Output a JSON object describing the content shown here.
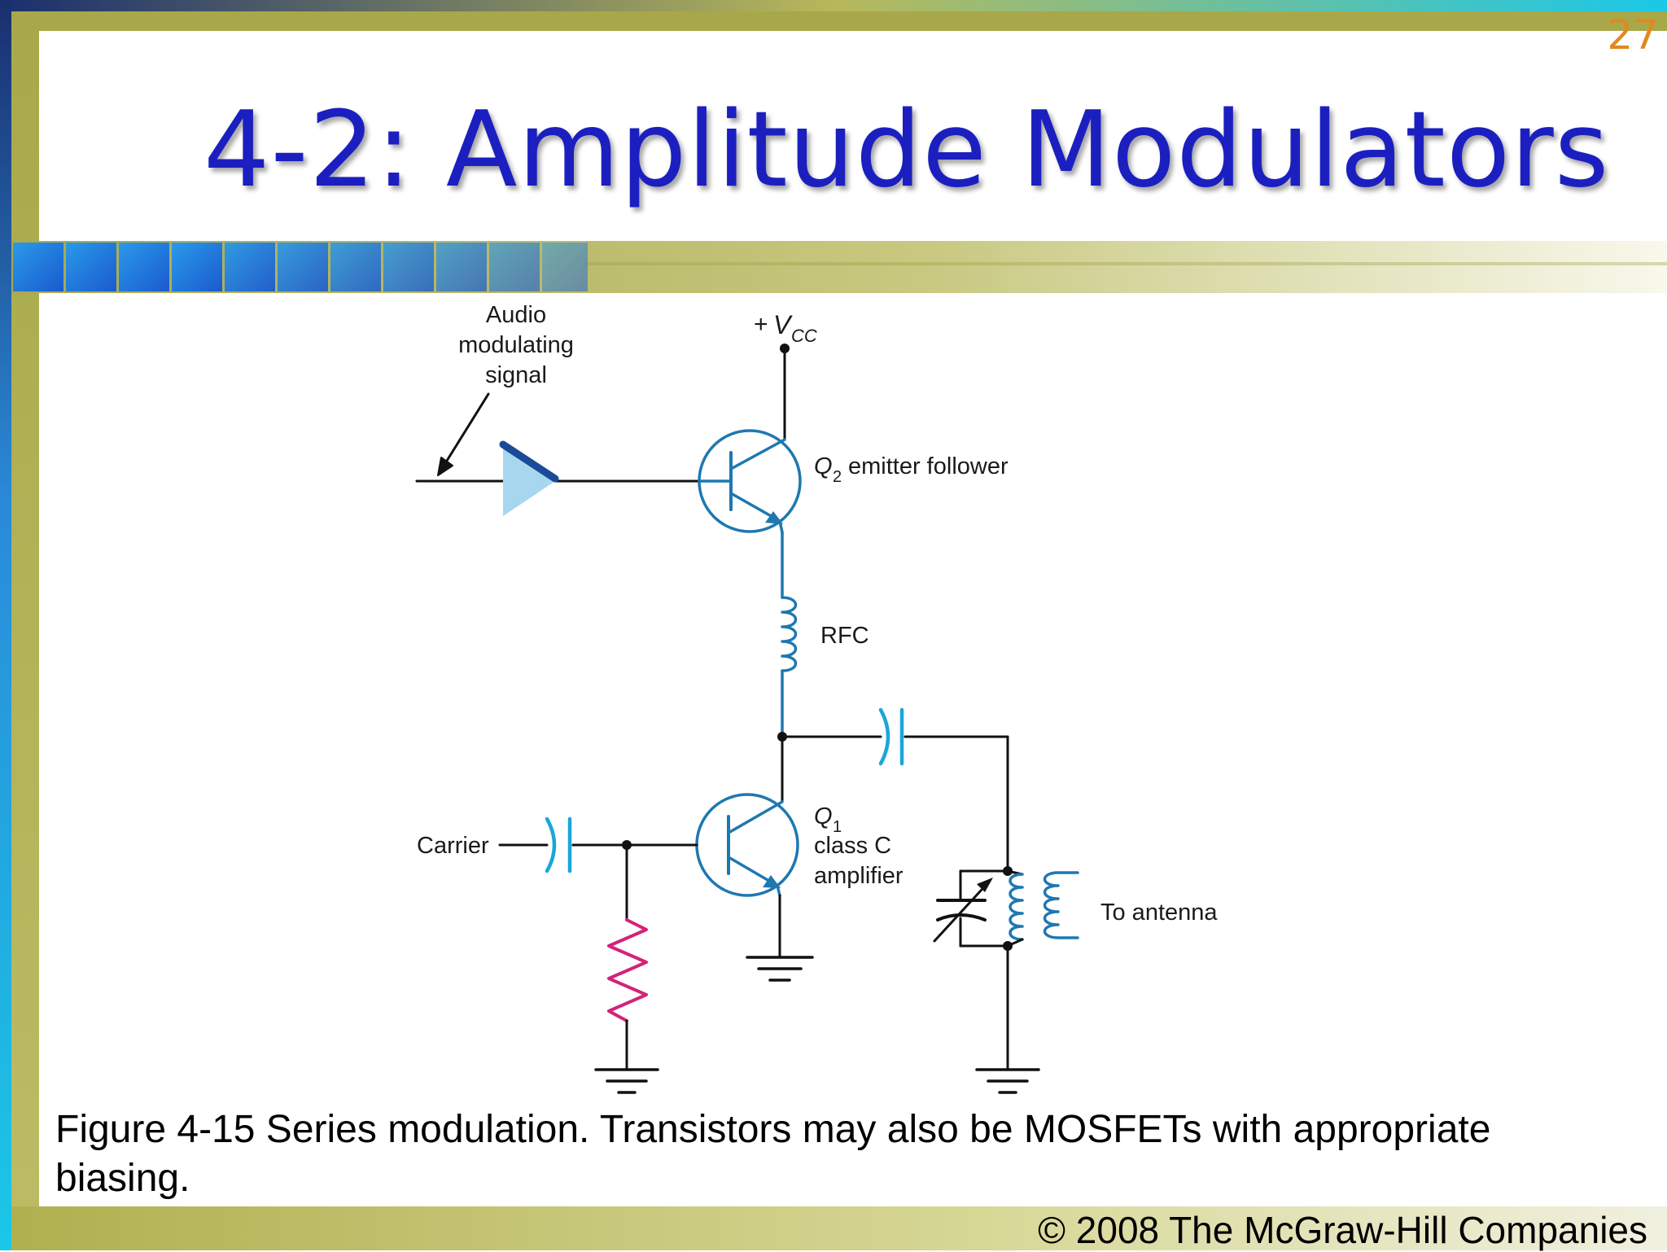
{
  "slide": {
    "number": "27",
    "title": "4-2: Amplitude Modulators",
    "caption": "Figure 4-15 Series modulation. Transistors may also be MOSFETs with appropriate biasing.",
    "copyright": "© 2008 The McGraw-Hill Companies"
  },
  "diagram": {
    "audio_label": [
      "Audio",
      "modulating",
      "signal"
    ],
    "vcc_prefix": "+",
    "vcc_symbol": "V",
    "vcc_sub": "CC",
    "q2_symbol": "Q",
    "q2_sub": "2",
    "q2_desc": "emitter follower",
    "rfc_label": "RFC",
    "q1_symbol": "Q",
    "q1_sub": "1",
    "q1_desc": [
      "class C",
      "amplifier"
    ],
    "carrier_label": "Carrier",
    "antenna_label": "To antenna"
  },
  "colors": {
    "title": "#1c1fc0",
    "component": "#1e78b0",
    "capacitor": "#1aa6d8",
    "resistor": "#d4227a",
    "wire": "#111111",
    "slide_number": "#e08a1e"
  }
}
